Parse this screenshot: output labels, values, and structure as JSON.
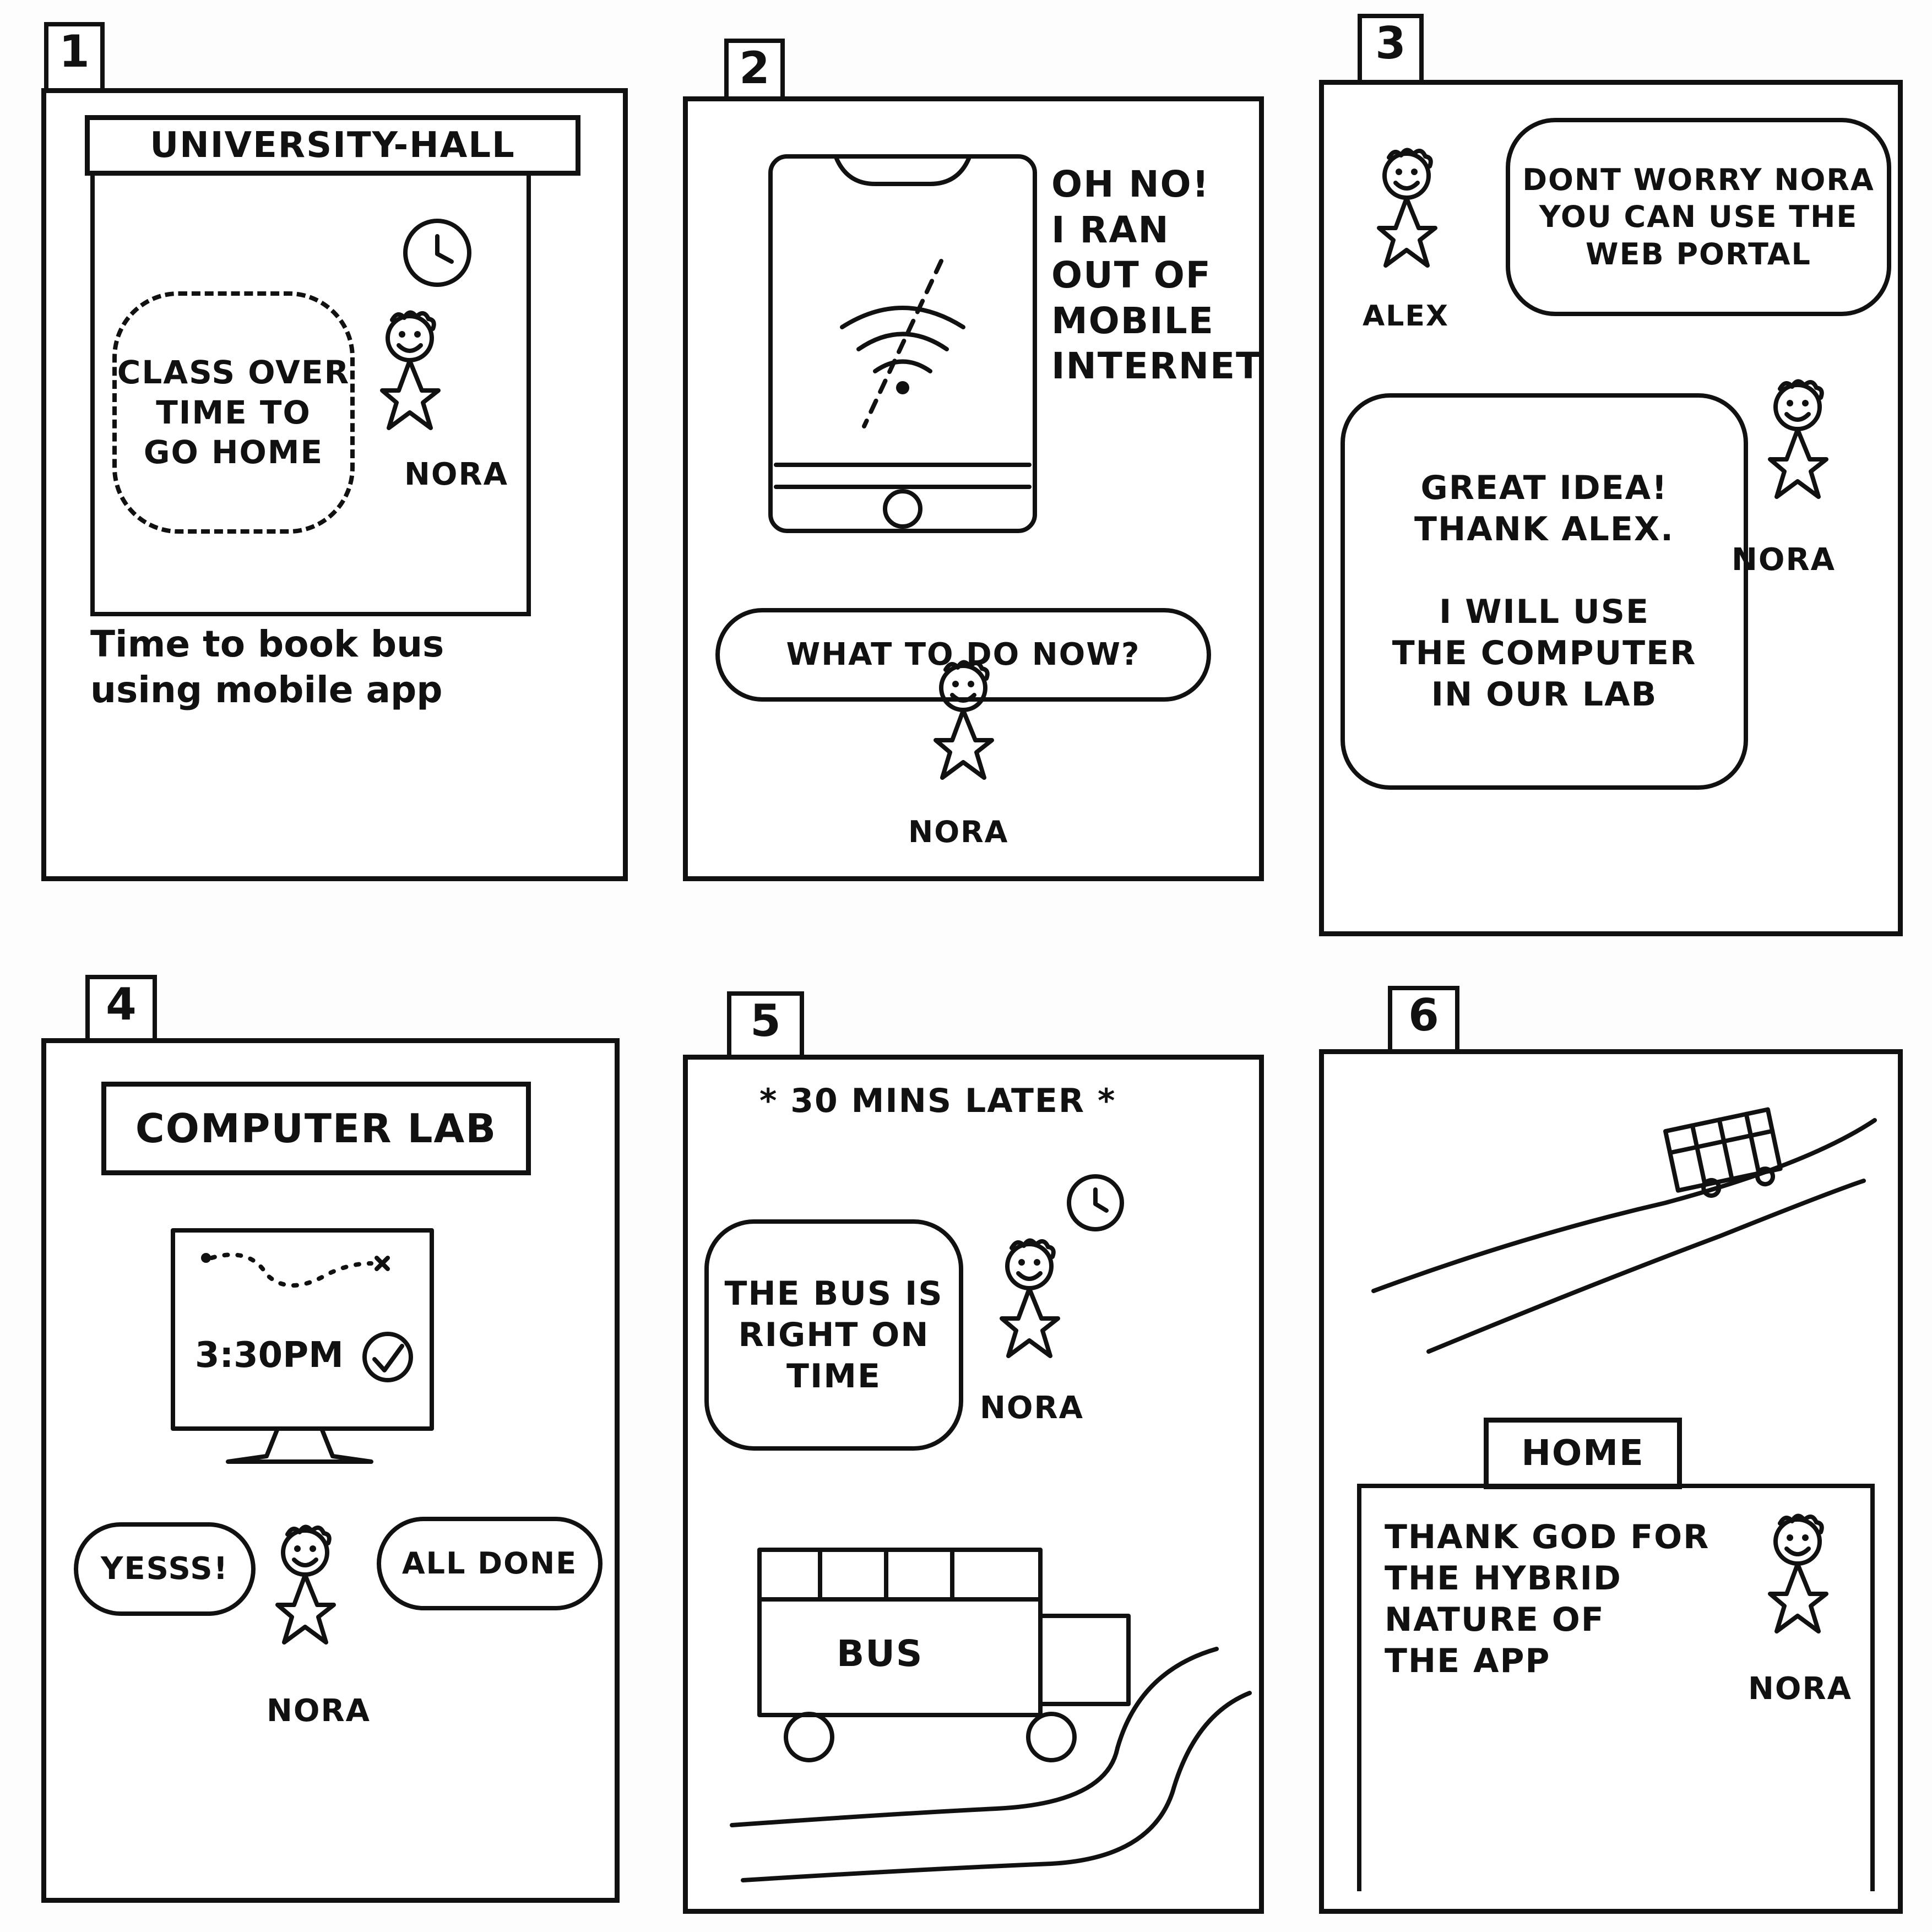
{
  "panels": [
    {
      "number": "1",
      "place_sign": "UNIVERSITY-HALL",
      "bubble": "Class over\nTIME TO\nGo HOME",
      "character": "NORA",
      "caption": "Time to book bus\nusing mobile app"
    },
    {
      "number": "2",
      "thought": "OH NO!\nI RAN\nOUT OF\nMOBILE\nINTERNET",
      "bubble": "WHAT TO DO NOW?",
      "character": "NORA"
    },
    {
      "number": "3",
      "alex_bubble": "DONT WORRY NORA\nYOU CAN USE THE\nWEB PORTAL",
      "alex_name": "ALEX",
      "nora_bubble": "GREAT IDEA!\nTHANK ALEX.\n\nI WILL USE\nTHE COMPUTER\nIN OUR LAB",
      "nora_name": "NORA"
    },
    {
      "number": "4",
      "place_sign": "COMPUTER LAB",
      "monitor_time": "3:30PM",
      "bubble_left": "YESSS!",
      "bubble_right": "ALL DONE",
      "character": "NORA"
    },
    {
      "number": "5",
      "time_caption": "* 30 MINS LATER *",
      "bubble": "THE BUS IS\nRIGHT ON\nTIME",
      "character": "NORA",
      "bus_label": "BUS"
    },
    {
      "number": "6",
      "place_sign": "HOME",
      "text": "THANK GOD FOR\nTHE HYBRID\nNATURE OF\nTHE APP",
      "character": "NORA"
    }
  ]
}
